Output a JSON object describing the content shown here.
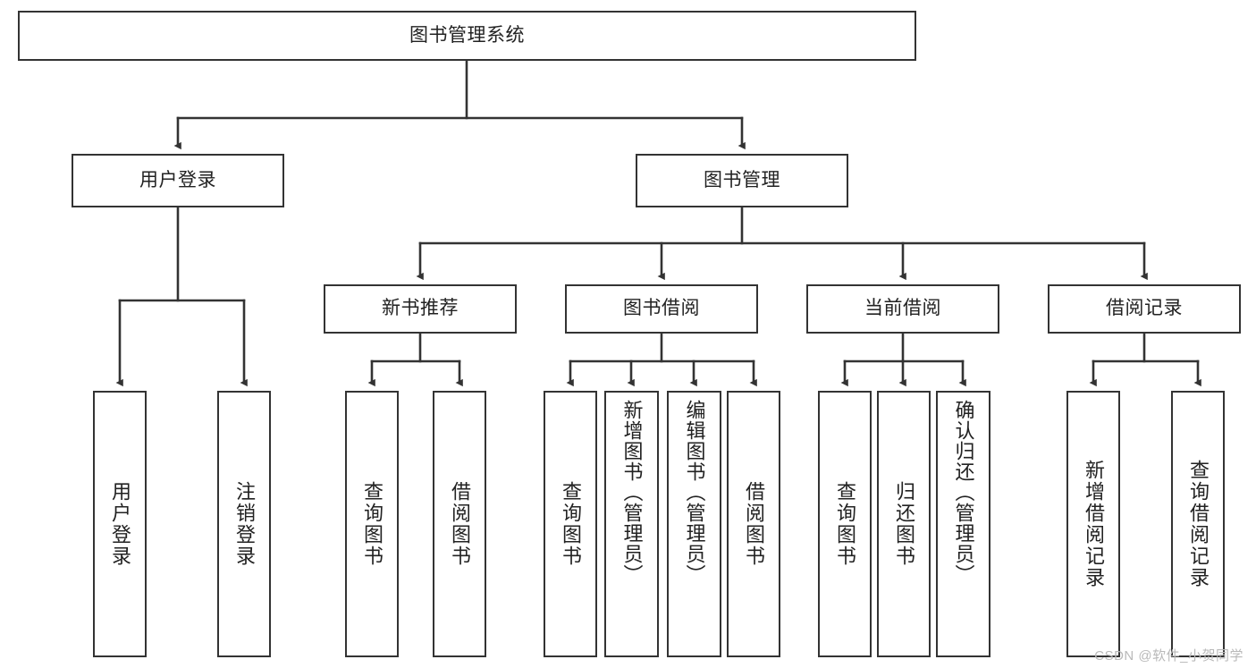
{
  "diagram": {
    "type": "tree-hierarchy",
    "title": "图书管理系统",
    "watermark": "CSDN @软件_小贺同学",
    "colors": {
      "box_border": "#333333",
      "box_fill": "#ffffff",
      "edge": "#333333",
      "background": "#ffffff",
      "watermark": "#b9b9b9"
    },
    "root": {
      "label": "图书管理系统"
    },
    "level1": [
      {
        "label": "用户登录"
      },
      {
        "label": "图书管理"
      }
    ],
    "level2": [
      {
        "label": "新书推荐"
      },
      {
        "label": "图书借阅"
      },
      {
        "label": "当前借阅"
      },
      {
        "label": "借阅记录"
      }
    ],
    "leaves": {
      "user_login": [
        {
          "label": "用户登录"
        },
        {
          "label": "注销登录"
        }
      ],
      "new_book_recommend": [
        {
          "label": "查询图书"
        },
        {
          "label": "借阅图书"
        }
      ],
      "book_borrow": [
        {
          "label": "查询图书"
        },
        {
          "label": "新增图书（管理员）"
        },
        {
          "label": "编辑图书（管理员）"
        },
        {
          "label": "借阅图书"
        }
      ],
      "current_borrow": [
        {
          "label": "查询图书"
        },
        {
          "label": "归还图书"
        },
        {
          "label": "确认归还（管理员）"
        }
      ],
      "borrow_record": [
        {
          "label": "新增借阅记录"
        },
        {
          "label": "查询借阅记录"
        }
      ]
    }
  }
}
